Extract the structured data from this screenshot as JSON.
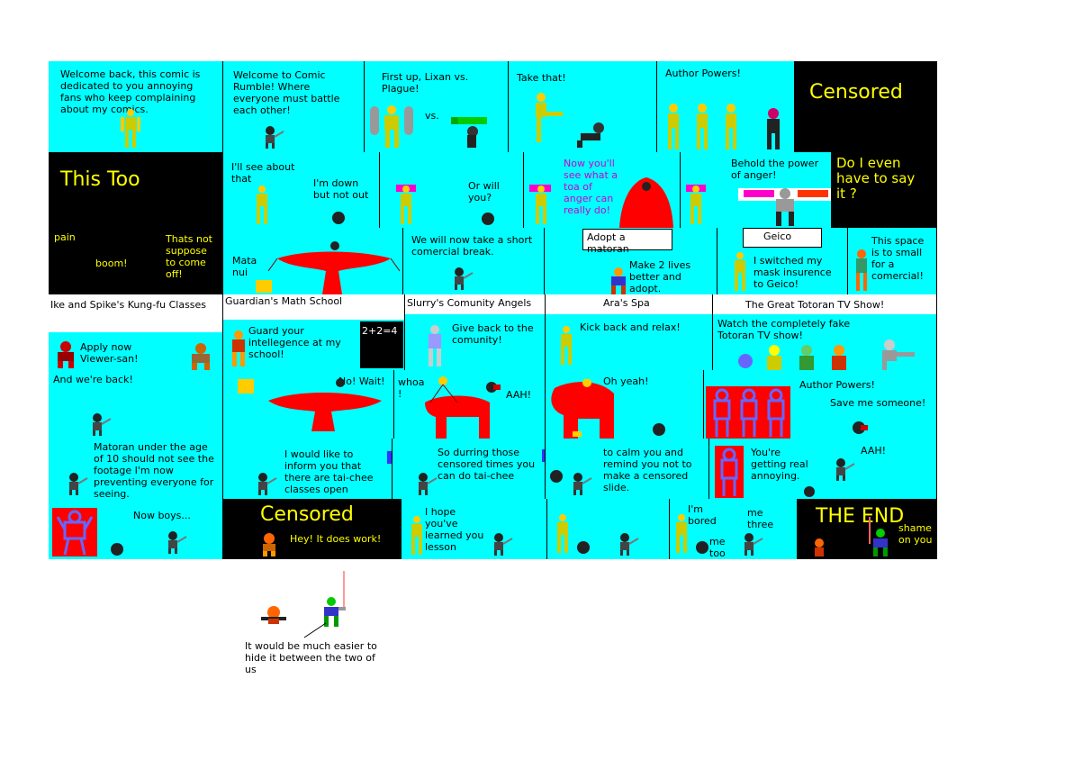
{
  "row1": {
    "p1": "Welcome back, this comic is\ndedicated to you annoying\nfans who keep complaining\nabout my        comics.",
    "p2": "Welcome to Comic\nRumble! Where\neveryone must battle\neach other!",
    "p3a": "First up, Lixan vs.\nPlague!",
    "p3b": "vs.",
    "p4": "Take that!",
    "p5": "Author Powers!",
    "p6": "Censored"
  },
  "row2": {
    "p1": "This Too",
    "p2a": "I'll see about\nthat",
    "p2b": "I'm down\nbut not out",
    "p3": "Or will\nyou?",
    "p4": "Now you'll\nsee what a\ntoa of\nanger can\nreally do!",
    "p5": "Behold the power\nof anger!",
    "p6": "Do I even\nhave to say\nit ?"
  },
  "row3": {
    "p1a": "pain",
    "p1b": "boom!",
    "p1c": "Thats not\nsuppose\nto come\noff!",
    "p2": "Mata\nnui",
    "p3": "We will now take a short\ncomercial break.",
    "p4a": "Adopt a matoran",
    "p4b": "Make 2 lives\nbetter and\nadopt.",
    "p5a": "Geico",
    "p5b": "I switched my\nmask insurence\nto Geico!",
    "p6": "This space\nis to  small\nfor a\ncomercial!"
  },
  "row4": {
    "p1a": "Ike and Spike's Kung-fu Classes",
    "p1b": "Apply now\nViewer-san!",
    "p2a": "Guardian's Math School",
    "p2b": "Guard your\nintellegence at my\nschool!",
    "p2c": "2+2=4",
    "p3a": "Slurry's Comunity Angels",
    "p3b": "Give back to the\ncomunity!",
    "p4a": "Ara's Spa",
    "p4b": "Kick back and relax!",
    "p5a": "The Great Totoran TV Show!",
    "p5b": "Watch the completely fake\nTotoran TV show!"
  },
  "row5": {
    "p1": "And we're back!",
    "p2": "No! Wait!",
    "p3a": "whoa\n!",
    "p3b": "AAH!",
    "p4": "Oh yeah!",
    "p5a": "Author Powers!",
    "p5b": "Save me someone!"
  },
  "row6": {
    "p1": "Matoran under the age\nof 10 should not see the\nfootage I'm now\npreventing everyone for\nseeing.",
    "p2": "I would like to\ninform you that\nthere are tai-chee\nclasses open",
    "p3": "So durring those\ncensored times you\ncan do tai-chee",
    "p4": "to calm you and\nremind you not to\nmake a censored\nslide.",
    "p5a": "You're\ngetting real\nannoying.",
    "p5b": "AAH!"
  },
  "row7": {
    "p1": "Now boys...",
    "p2a": "Censored",
    "p2b": "Hey! It does work!",
    "p3": "I hope\nyou've\nlearned you\nlesson",
    "p5a": "I'm\nbored",
    "p5b": "me\ntoo",
    "p5c": "me\nthree",
    "p6a": "THE END",
    "p6b": "shame\non you"
  },
  "footer": "It would be much easier to\nhide it between the two of\nus",
  "colors": {
    "panel": "#00ffff",
    "black": "#000000",
    "yellow": "#ffff00",
    "red": "#ff0000",
    "magenta": "#cc00cc"
  }
}
